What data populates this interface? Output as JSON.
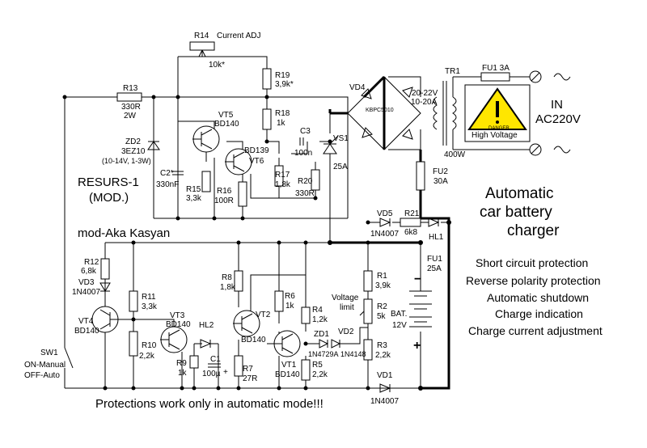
{
  "title": {
    "line1": "Automatic",
    "line2": "car battery",
    "line3": "charger"
  },
  "features": [
    "Short circuit protection",
    "Reverse polarity protection",
    "Automatic shutdown",
    "Charge indication",
    "Charge current adjustment"
  ],
  "model": {
    "name": "RESURS-1",
    "mod": "(MOD.)",
    "author": "mod-Aka Kasyan"
  },
  "footer_note": "Protections work only in automatic mode!!!",
  "input": {
    "label": "IN",
    "voltage": "AC220V"
  },
  "danger": {
    "small": "DANGER",
    "text": "High Voltage"
  },
  "transformer": {
    "ref": "TR1",
    "power": "400W"
  },
  "bridge": {
    "ref": "VD4",
    "part": "KBPC5010",
    "out_v": "20-22V",
    "out_a": "10-20A"
  },
  "fuses": {
    "fu1_top": "FU1 3A",
    "fu2": "FU2",
    "fu2_val": "30A",
    "fu1": "FU1",
    "fu1_val": "25A"
  },
  "switch": {
    "ref": "SW1",
    "on": "ON-Manual",
    "off": "OFF-Auto"
  },
  "battery": {
    "ref": "BAT.",
    "volt": "12V"
  },
  "voltage_limit": {
    "l1": "Voltage",
    "l2": "limit"
  },
  "components": {
    "r14": "R14",
    "current_adj": "Current ADJ",
    "r14_val": "10k*",
    "r19": "R19",
    "r19_val": "3,9k*",
    "r18": "R18",
    "r18_val": "1k",
    "r13": "R13",
    "r13_val": "330R",
    "r13_w": "2W",
    "zd2": "ZD2",
    "zd2_part": "3EZ10",
    "zd2_spec": "(10-14V, 1-3W)",
    "vt5": "VT5",
    "vt5_part": "BD140",
    "vt6_part": "BD139",
    "vt6": "VT6",
    "c3": "C3",
    "c3_val": "100n",
    "vs1": "VS1",
    "vs1_val": "25A",
    "c2": "C2*",
    "c2_val": "330nF",
    "r15": "R15",
    "r15_val": "3,3k",
    "r16": "R16",
    "r16_val": "100R",
    "r17": "R17",
    "r17_val": "1,8k",
    "r20": "R20",
    "r20_val": "330R",
    "vd5": "VD5",
    "vd5_part": "1N4007",
    "r21": "R21",
    "r21_val": "6k8",
    "hl1": "HL1",
    "r12": "R12",
    "r12_val": "6,8k",
    "vd3": "VD3",
    "vd3_part": "1N4007",
    "r11": "R11",
    "r11_val": "3,3k",
    "vt4": "VT4",
    "vt4_part": "BD140",
    "r10": "R10",
    "r10_val": "2,2k",
    "vt3": "VT3",
    "vt3_part": "BD140",
    "hl2": "HL2",
    "r9": "R9",
    "r9_val": "1k",
    "c1": "C1",
    "c1_val": "100µ",
    "r8": "R8",
    "r8_val": "1,8k",
    "vt2": "VT2",
    "vt2_part": "BD140",
    "r7": "R7",
    "r7_val": "27R",
    "r6": "R6",
    "r6_val": "1k",
    "vt1": "VT1",
    "vt1_part": "BD140",
    "r4": "R4",
    "r4_val": "1,2k",
    "zd1": "ZD1",
    "zd1_part": "1N4729A",
    "r5": "R5",
    "r5_val": "2,2k",
    "vd2": "VD2",
    "vd2_part": "1N4148",
    "r1": "R1",
    "r1_val": "3,9k",
    "r2": "R2",
    "r2_val": "5k",
    "r3": "R3",
    "r3_val": "2,2k",
    "vd1": "VD1",
    "vd1_part": "1N4007"
  },
  "symbols": {
    "plus": "+",
    "minus": "−",
    "cap_plus": "+"
  }
}
